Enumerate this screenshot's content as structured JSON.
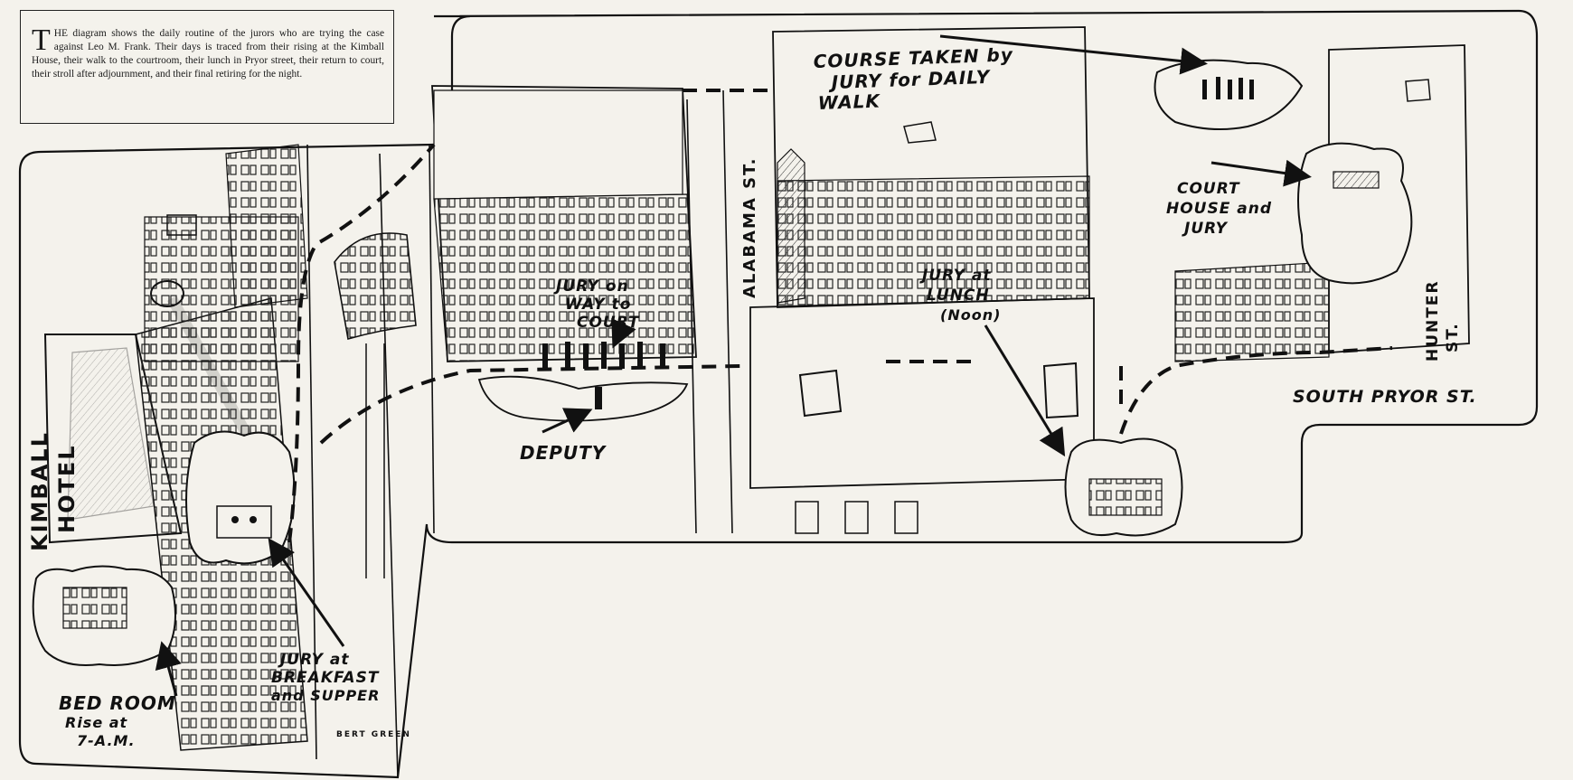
{
  "caption": {
    "dropcap": "T",
    "text": "HE diagram shows the daily routine of the jurors who are trying the case against Leo M. Frank. Their days is traced from their rising at the Kimball House, their walk to the courtroom, their lunch in Pryor street, their return to court, their stroll after adjournment, and their final retiring for the night."
  },
  "labels": {
    "course_l1": "COURSE TAKEN by",
    "course_l2": "JURY for DAILY",
    "course_l3": "WALK",
    "court_l1": "COURT",
    "court_l2": "HOUSE and",
    "court_l3": "JURY",
    "way_l1": "JURY on",
    "way_l2": "WAY to",
    "way_l3": "COURT",
    "lunch_l1": "JURY at",
    "lunch_l2": "LUNCH",
    "lunch_l3": "(Noon)",
    "deputy": "DEPUTY",
    "alabama": "ALABAMA ST.",
    "hunter_l1": "HUNTER",
    "hunter_l2": "ST.",
    "pryor": "SOUTH PRYOR ST.",
    "kimball_l1": "KIMBALL",
    "kimball_l2": "HOTEL",
    "bedroom_l1": "BED ROOM",
    "bedroom_l2": "Rise at",
    "bedroom_l3": "7-A.M.",
    "breakfast_l1": "JURY at",
    "breakfast_l2": "BREAKFAST",
    "breakfast_l3": "and SUPPER",
    "signature": "BERT GREEN"
  },
  "colors": {
    "ink": "#111111",
    "paper": "#f4f2ec"
  }
}
